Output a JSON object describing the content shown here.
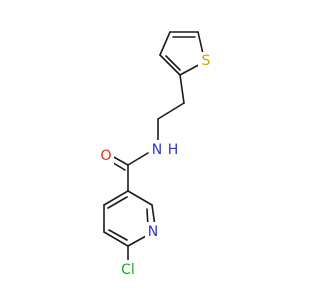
{
  "molecule": {
    "atoms": {
      "O": {
        "label": "O",
        "color": "#e8281f"
      },
      "NH": {
        "label": "N",
        "color": "#2b34d6"
      },
      "H": {
        "label": "H",
        "color": "#2b34d6"
      },
      "S": {
        "label": "S",
        "color": "#c7a800"
      },
      "N": {
        "label": "N",
        "color": "#2b34d6"
      },
      "Cl": {
        "label": "Cl",
        "color": "#1faa1f"
      }
    },
    "colors": {
      "bond": "#1a1a1a",
      "background": "#ffffff"
    }
  }
}
